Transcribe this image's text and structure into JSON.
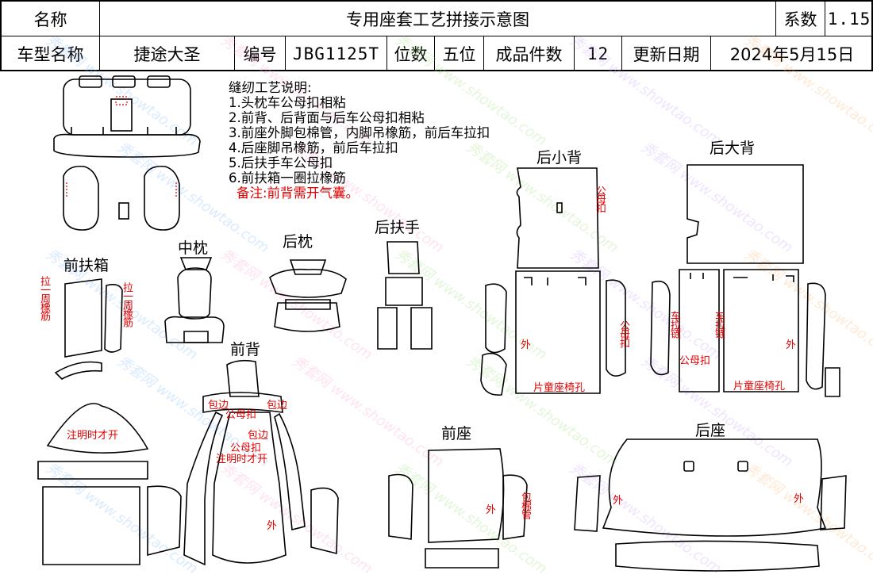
{
  "header": {
    "name_label": "名称",
    "title": "专用座套工艺拼接示意图",
    "coef_label": "系数",
    "coef_value": "1.15",
    "model_label": "车型名称",
    "model_value": "捷途大圣",
    "code_label": "编号",
    "code_value": "JBG1125T",
    "seats_label": "位数",
    "seats_value": "五位",
    "pieces_label": "成品件数",
    "pieces_value": "12",
    "date_label": "更新日期",
    "date_value": "2024年5月15日"
  },
  "notes": {
    "heading": "缝纫工艺说明:",
    "items": [
      "1.头枕车公母扣相粘",
      "2.前背、后背面与后车公母扣相粘",
      "3.前座外脚包棉管，内脚吊橡筋，前后车拉扣",
      "4.后座脚吊橡筋，前后车拉扣",
      "5.后扶手车公母扣",
      "6.前扶箱一圈拉橡筋"
    ],
    "remark": "备注:前背需开气囊。"
  },
  "labels": {
    "rear_small_back": "后小背",
    "rear_big_back": "后大背",
    "rear_armrest": "后扶手",
    "front_armbox": "前扶箱",
    "middle_headrest": "中枕",
    "rear_headrest": "后枕",
    "front_back": "前背",
    "front_seat": "前座",
    "rear_seat": "后座"
  },
  "annotations": {
    "pull_around": "拉一周橡筋",
    "snap": "公母扣",
    "outer": "外",
    "child_seat_hole": "片童座椅孔",
    "zipper": "车拉链",
    "snap_alt": "公母扣",
    "note_later": "注明时才开",
    "edge_wrap": "包边",
    "cotton_tube": "包棉管"
  },
  "watermark": "秀套网 www.showtao.com"
}
